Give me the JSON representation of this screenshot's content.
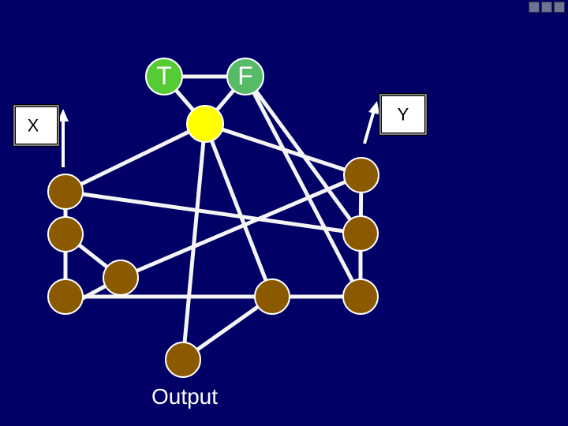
{
  "labels": {
    "true_node": "T",
    "false_node": "F",
    "input_x": "X",
    "input_y": "Y",
    "output": "Output"
  },
  "colors": {
    "background": "#000066",
    "true_node": "#55cc33",
    "false_node": "#55bb66",
    "center_node": "#ffff00",
    "gate_node": "#8b5a00",
    "edge": "#f4f4f4"
  },
  "icons": [
    "nav-prev-icon",
    "nav-home-icon",
    "nav-next-icon"
  ]
}
